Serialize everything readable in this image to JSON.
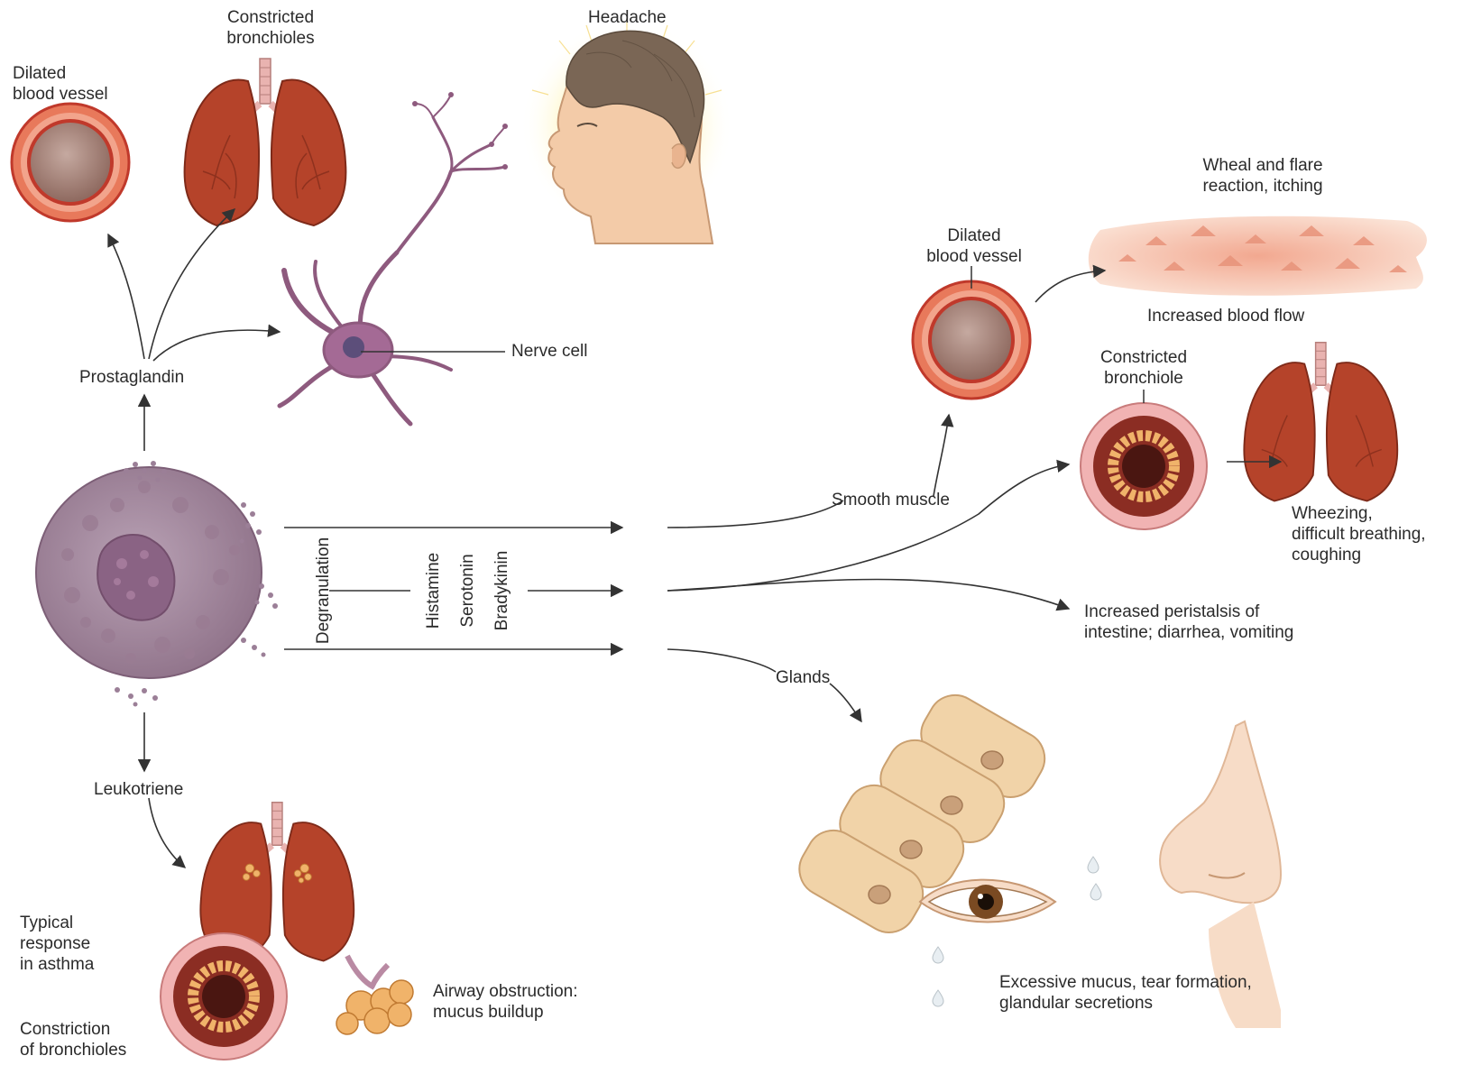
{
  "labels": {
    "constricted_bronchioles_top": [
      "Constricted",
      "bronchioles"
    ],
    "dilated_vessel_left": [
      "Dilated",
      "blood vessel"
    ],
    "headache": "Headache",
    "nerve_cell": "Nerve cell",
    "prostaglandin": "Prostaglandin",
    "degranulation": "Degranulation",
    "histamine": "Histamine",
    "serotonin": "Serotonin",
    "bradykinin": "Bradykinin",
    "leukotriene": "Leukotriene",
    "typical_response": [
      "Typical",
      "response",
      "in asthma"
    ],
    "constriction_of_bronchioles": [
      "Constriction",
      "of bronchioles"
    ],
    "airway_obstruction": [
      "Airway obstruction:",
      "mucus buildup"
    ],
    "wheal_flare": [
      "Wheal and flare",
      "reaction, itching"
    ],
    "dilated_vessel_right": [
      "Dilated",
      "blood vessel"
    ],
    "increased_blood_flow": "Increased blood flow",
    "constricted_bronchiole_right": [
      "Constricted",
      "bronchiole"
    ],
    "smooth_muscle": "Smooth muscle",
    "wheezing": [
      "Wheezing,",
      "difficult breathing,",
      "coughing"
    ],
    "peristalsis": [
      "Increased peristalsis of",
      "intestine; diarrhea, vomiting"
    ],
    "glands": "Glands",
    "excessive_mucus": [
      "Excessive mucus, tear formation,",
      "glandular secretions"
    ]
  },
  "icons": [
    "mast-cell-icon",
    "lungs-icon",
    "blood-vessel-icon",
    "nerve-cell-icon",
    "head-icon",
    "skin-wheal-icon",
    "bronchiole-icon",
    "gland-cells-icon",
    "nose-icon",
    "eye-icon",
    "mucus-cluster-icon"
  ],
  "colors": {
    "lung": "#b5432a",
    "lung_dark": "#7e2a19",
    "trachea": "#e9b3b0",
    "vessel_outer": "#c0392b",
    "vessel_inner": "#a9887f",
    "mast_cell": "#a2889e",
    "nerve": "#8e5a7e",
    "gland": "#f1d3a8",
    "skin": "#f6c8b1",
    "mucus": "#f0b36a",
    "arrow": "#333333"
  }
}
